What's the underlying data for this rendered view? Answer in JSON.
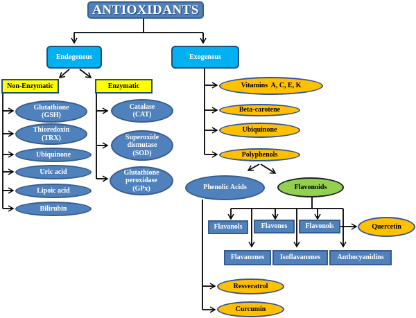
{
  "title": "ANTIOXIDANTS",
  "branches": {
    "endogenous": "Endogenous",
    "exogenous": "Exogenous"
  },
  "endogenous": {
    "non_enzymatic": {
      "label": "Non-Enzymatic",
      "items": [
        {
          "line1": "Glutathione",
          "line2": "(GSH)"
        },
        {
          "line1": "Thioredoxin",
          "line2": "(TRX)"
        },
        {
          "line1": "Ubiquinone",
          "line2": ""
        },
        {
          "line1": "Uric acid",
          "line2": ""
        },
        {
          "line1": "Lipoic acid",
          "line2": ""
        },
        {
          "line1": "Bilirubin",
          "line2": ""
        }
      ]
    },
    "enzymatic": {
      "label": "Enzymatic",
      "items": [
        {
          "line1": "Catalase",
          "line2": "(CAT)",
          "line3": ""
        },
        {
          "line1": "Superoxide",
          "line2": "dismutase",
          "line3": "(SOD)"
        },
        {
          "line1": "Glutathione",
          "line2": "peroxidase",
          "line3": "(GPx)"
        }
      ]
    }
  },
  "exogenous": {
    "items": [
      "Vitamins  A, C, E, K",
      "Beta-carotene",
      "Ubiquinone",
      "Polyphenols"
    ],
    "polyphenols": {
      "phenolic_acids": "Phenolic Acids",
      "flavonoids": "Flavonoids",
      "flavonoid_classes": [
        "Flavanols",
        "Flavones",
        "Flavonols",
        "Flavanones",
        "Isoflavanones",
        "Anthocyanidins"
      ],
      "flavonol_example": "Quercetin",
      "phenolic_examples": [
        "Resveratrol",
        "Curcumin"
      ]
    }
  },
  "colors": {
    "title_fill": "#4f81bd",
    "branch_fill": "#00b0f0",
    "category_fill": "#ffff00",
    "endogenous_item_fill": "#4f81bd",
    "exogenous_item_fill": "#ffc000",
    "flavonoids_fill": "#92d050"
  }
}
